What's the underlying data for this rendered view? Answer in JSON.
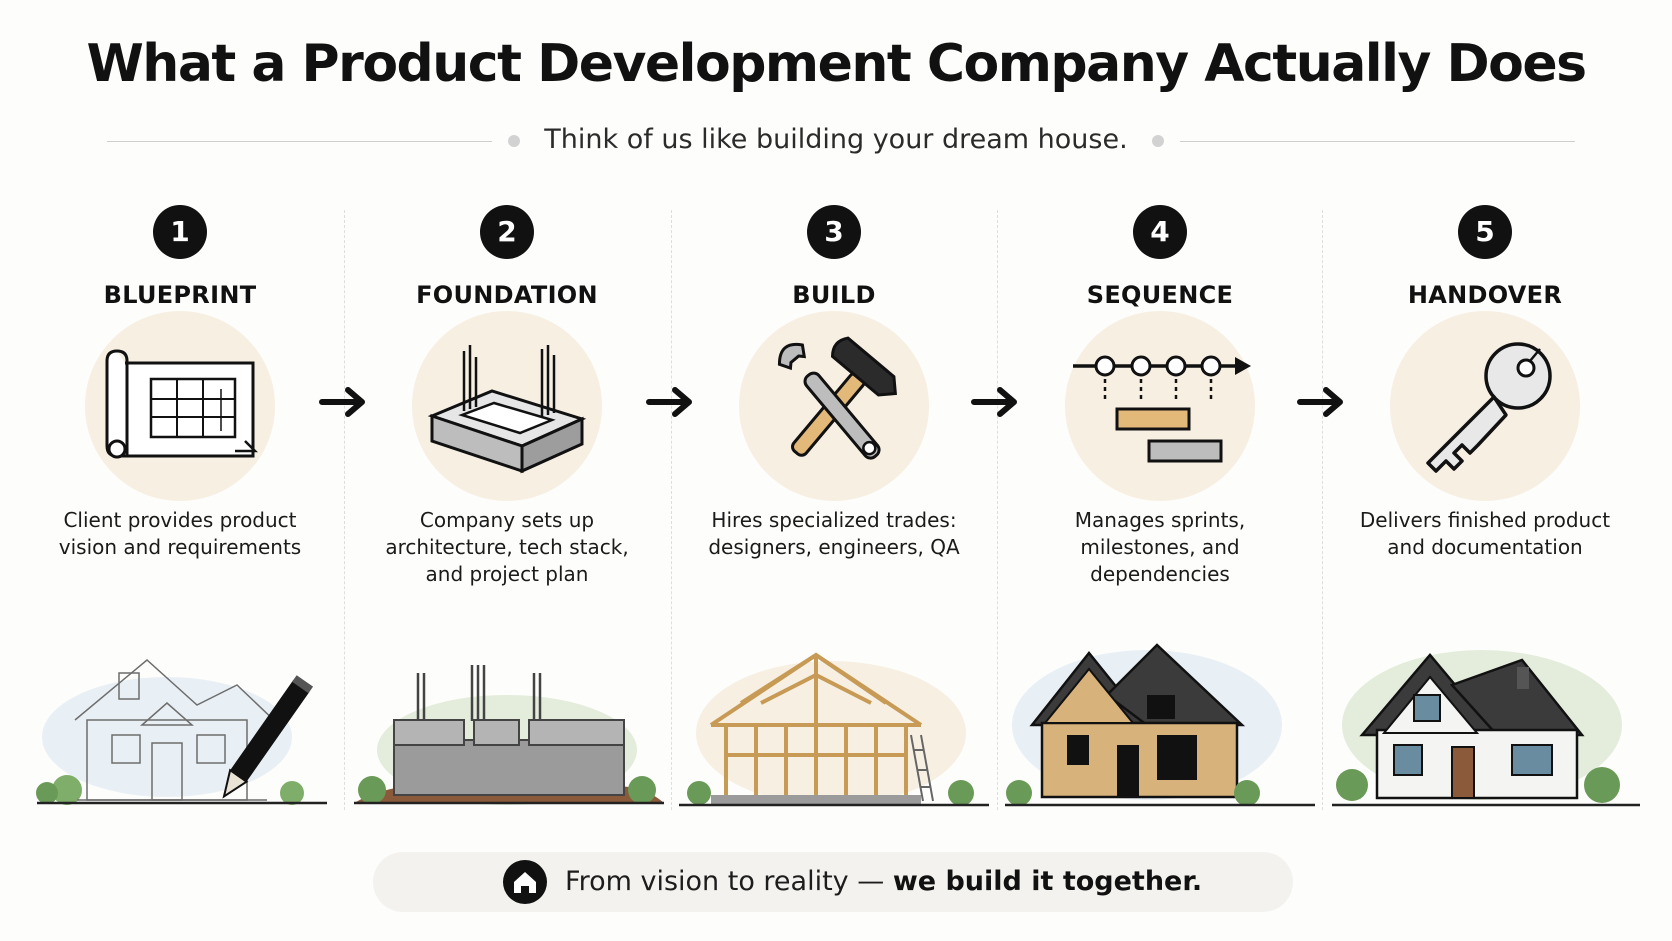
{
  "title": "What a Product Development Company Actually Does",
  "subtitle": "Think of us like building your dream house.",
  "steps": [
    {
      "number": "1",
      "title": "BLUEPRINT",
      "description": "Client provides product vision and requirements"
    },
    {
      "number": "2",
      "title": "FOUNDATION",
      "description": "Company sets up architecture, tech stack, and project plan"
    },
    {
      "number": "3",
      "title": "BUILD",
      "description": "Hires specialized trades: designers, engineers, QA"
    },
    {
      "number": "4",
      "title": "SEQUENCE",
      "description": "Manages sprints, milestones, and dependencies"
    },
    {
      "number": "5",
      "title": "HANDOVER",
      "description": "Delivers finished product and documentation"
    }
  ],
  "footer": {
    "text": "From vision to reality — ",
    "emphasis": "we build it together."
  },
  "colors": {
    "icon_circle": "#f7efe2",
    "wood": "#e3b97a",
    "concrete": "#a9a9a9",
    "dark": "#111111"
  }
}
